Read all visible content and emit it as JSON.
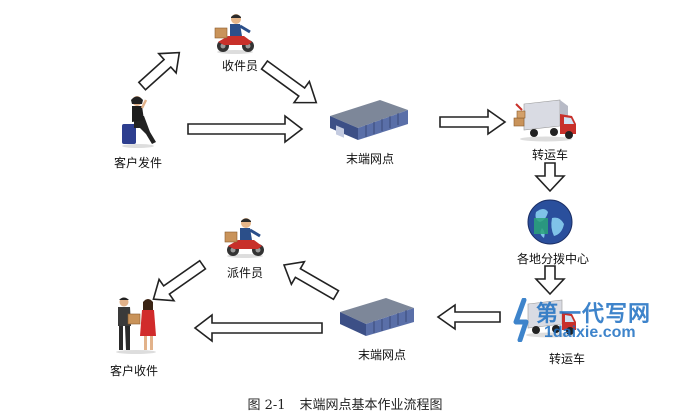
{
  "nodes": {
    "customer_send": "客户发件",
    "collector": "收件员",
    "terminal_outlet_top": "末端网点",
    "transfer_truck_top": "转运车",
    "sorting_center": "各地分拨中心",
    "transfer_truck_bottom": "转运车",
    "terminal_outlet_bottom": "末端网点",
    "dispatcher": "派件员",
    "customer_receive": "客户收件"
  },
  "caption": {
    "number": "图 2-1",
    "title": "末端网点基本作业流程图"
  },
  "watermark": {
    "text": "第一代写网",
    "url": "1daixie.com"
  }
}
